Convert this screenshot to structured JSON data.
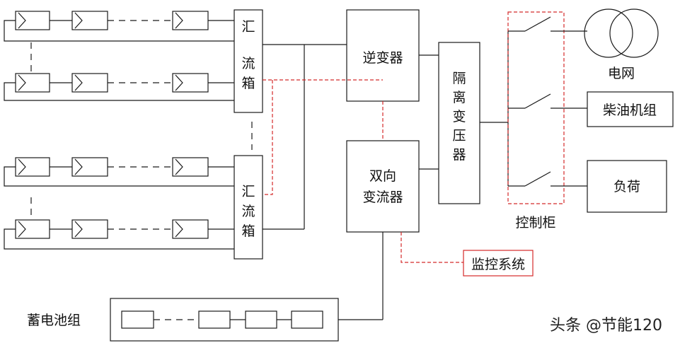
{
  "labels": {
    "combiner_box": [
      "汇",
      "流",
      "箱"
    ],
    "inverter": "逆变器",
    "bidirectional_converter": [
      "双向",
      "变流器"
    ],
    "isolation_transformer": [
      "隔",
      "离",
      "变",
      "压",
      "器"
    ],
    "grid": "电网",
    "diesel_generator": "柴油机组",
    "load": "负荷",
    "control_cabinet": "控制柜",
    "monitoring_system": "监控系统",
    "battery_pack": "蓄电池组"
  },
  "watermark": "头条 @节能120",
  "colors": {
    "line": "#1a1a1a",
    "control_dash": "#d42a2a"
  }
}
